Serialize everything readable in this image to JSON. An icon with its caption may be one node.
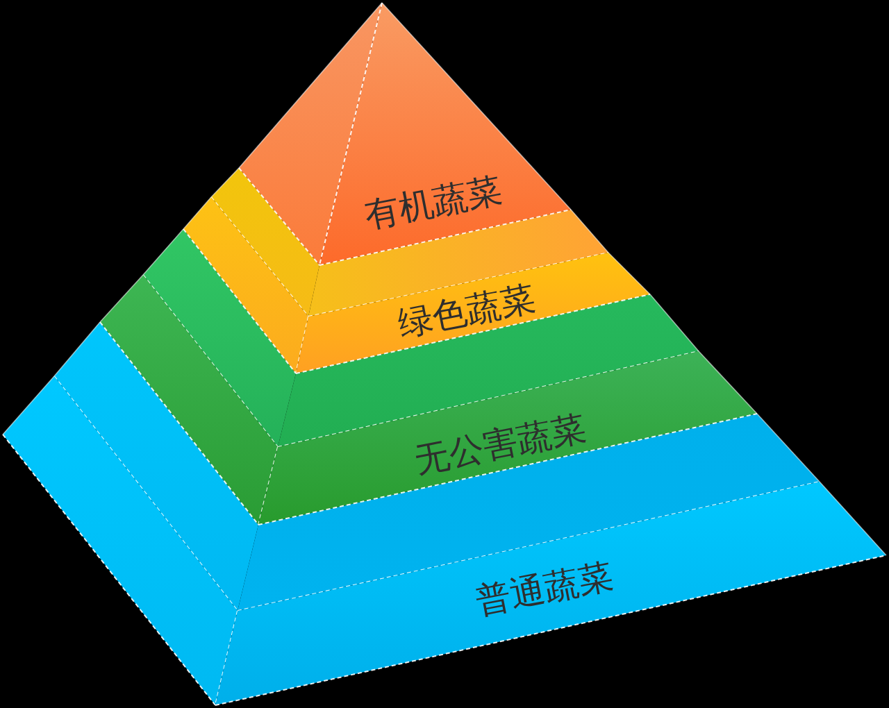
{
  "diagram": {
    "nodes": [
      {
        "text": [
          "有机蔬菜"
        ]
      },
      {
        "text": [
          "绿色蔬菜"
        ]
      },
      {
        "text": [
          "无公害蔬菜"
        ]
      },
      {
        "text": [
          "普通蔬菜"
        ]
      }
    ]
  }
}
